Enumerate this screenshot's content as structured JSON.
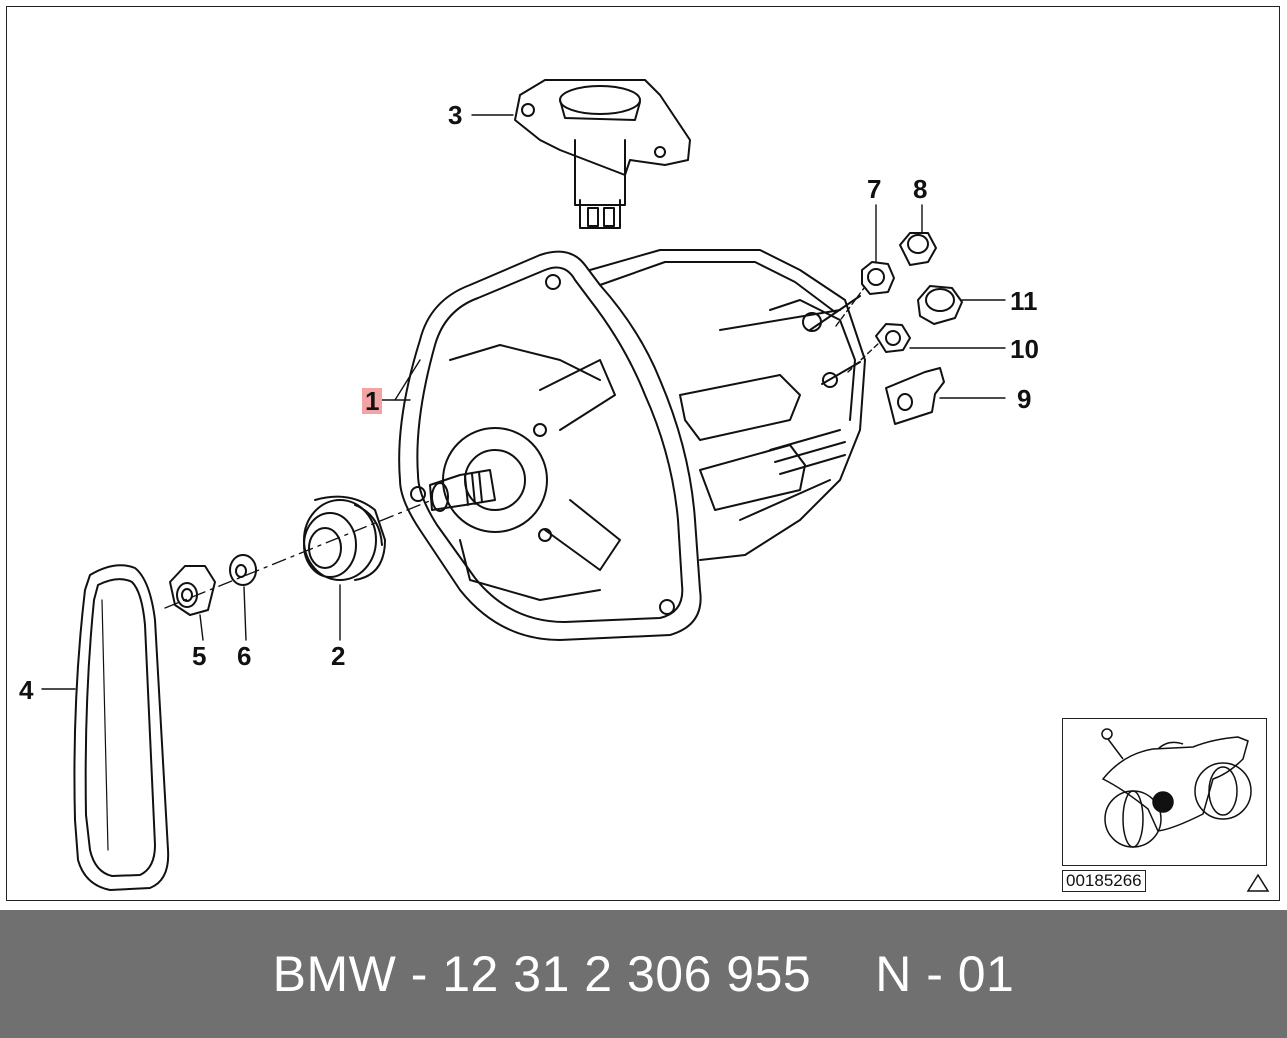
{
  "diagram": {
    "callouts": [
      {
        "id": "1",
        "label": "1"
      },
      {
        "id": "2",
        "label": "2"
      },
      {
        "id": "3",
        "label": "3"
      },
      {
        "id": "4",
        "label": "4"
      },
      {
        "id": "5",
        "label": "5"
      },
      {
        "id": "6",
        "label": "6"
      },
      {
        "id": "7",
        "label": "7"
      },
      {
        "id": "8",
        "label": "8"
      },
      {
        "id": "9",
        "label": "9"
      },
      {
        "id": "10",
        "label": "10"
      },
      {
        "id": "11",
        "label": "11"
      }
    ],
    "highlighted_callout": "1",
    "highlight_color": "#f3a3a3",
    "drawing_number": "00185266",
    "thumbnail_icon": "motorcycle-locator-icon",
    "warning_icon": "warning-triangle-icon"
  },
  "footer": {
    "part_number": "BMW - 12 31 2 306 955",
    "diagram_ref": "N - 01",
    "background": "#707070",
    "text_color": "#ffffff"
  }
}
